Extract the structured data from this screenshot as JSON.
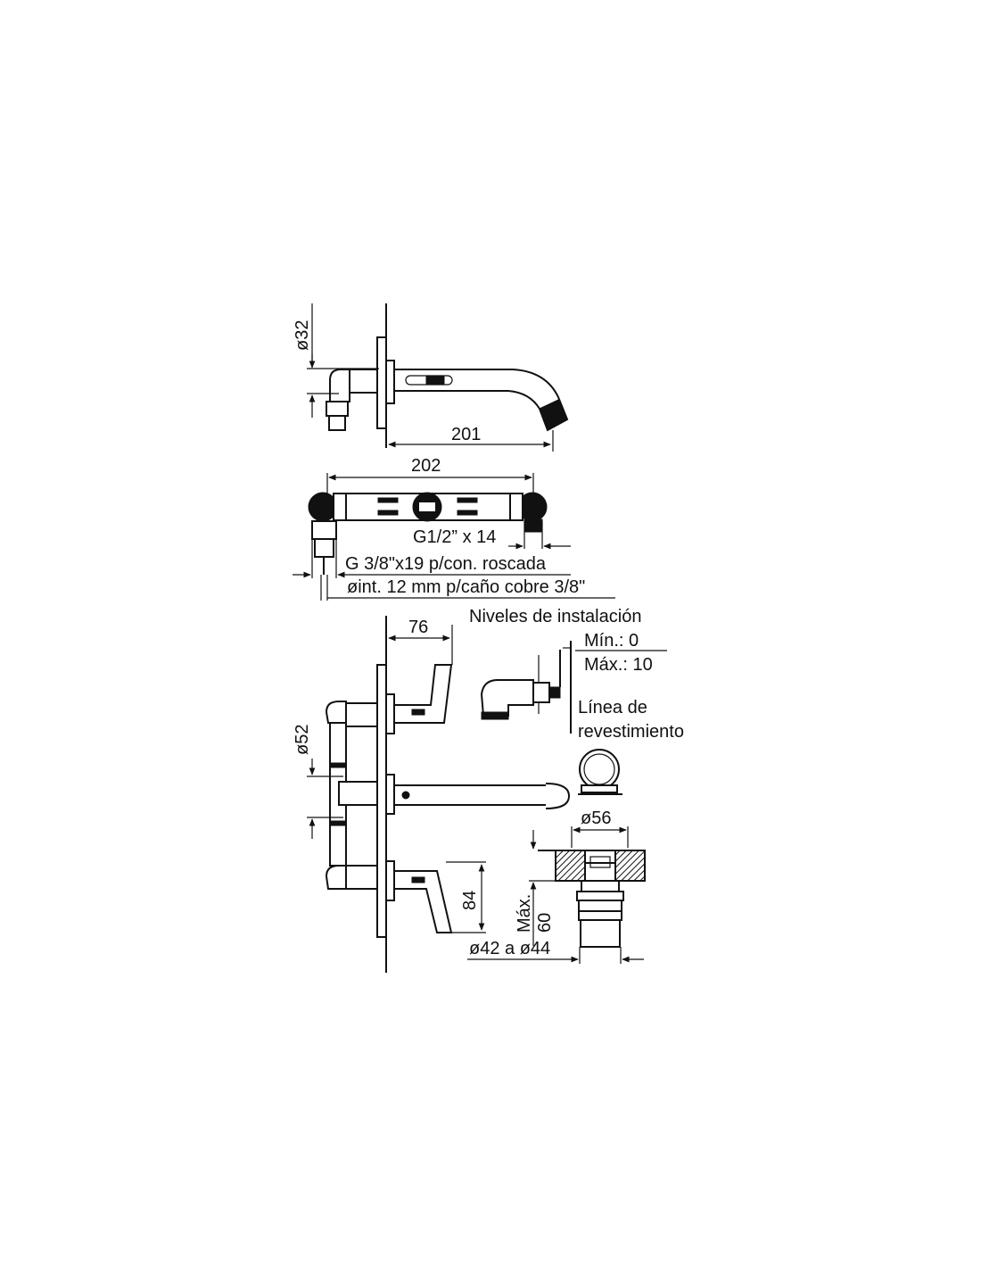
{
  "top_view": {
    "dim_diameter": "ø32",
    "dim_length": "201"
  },
  "bracket_view": {
    "dim_width": "202",
    "thread_label": "G1/2” x 14",
    "connection_label": "G 3/8\"x19 p/con. roscada",
    "pipe_label": "øint. 12 mm p/caño cobre 3/8\""
  },
  "install_levels": {
    "title": "Niveles de instalación",
    "min_label": "Mín.: 0",
    "max_label": "Máx.: 10",
    "line_label_1": "Línea de",
    "line_label_2": "revestimiento"
  },
  "front_view": {
    "dim_lever": "76",
    "dim_diameter": "ø52",
    "dim_height": "84"
  },
  "escutcheon_view": {
    "dim_diameter": "ø56",
    "max_label": "Máx.",
    "max_value": "60",
    "hole_range": "ø42 a ø44"
  }
}
